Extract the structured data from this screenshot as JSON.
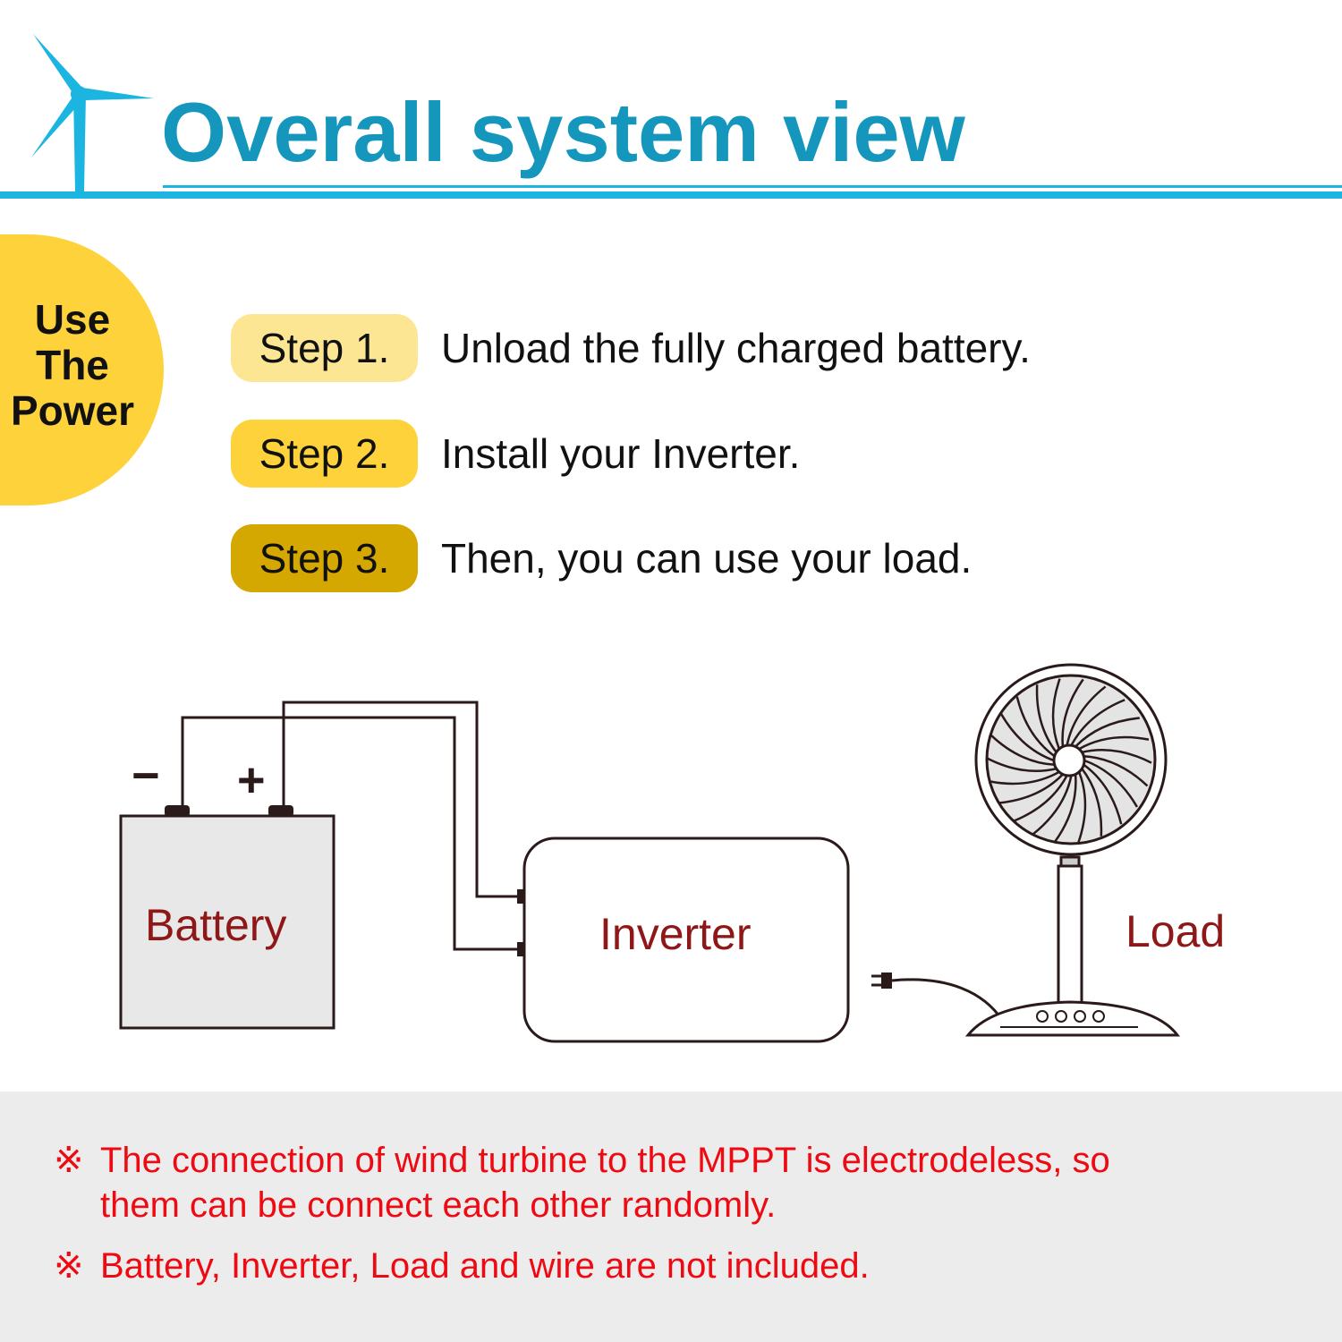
{
  "header": {
    "title": "Overall system view",
    "logo_icon": "wind-turbine-icon"
  },
  "badge": {
    "lines": [
      "Use",
      "The",
      "Power"
    ]
  },
  "steps": [
    {
      "label": "Step 1.",
      "text": "Unload the fully charged battery.",
      "color": "#fce694"
    },
    {
      "label": "Step 2.",
      "text": "Install your Inverter.",
      "color": "#fdd23a"
    },
    {
      "label": "Step 3.",
      "text": "Then, you can use your load.",
      "color": "#d4a800"
    }
  ],
  "diagram": {
    "battery": "Battery",
    "inverter": "Inverter",
    "load": "Load",
    "minus": "−",
    "plus": "+"
  },
  "notes": {
    "mark": "※",
    "note1_line1": "The connection of wind turbine to the MPPT is electrodeless, so",
    "note1_line2": "them can be connect each other randomly.",
    "note2": "Battery, Inverter, Load and wire are not included."
  }
}
